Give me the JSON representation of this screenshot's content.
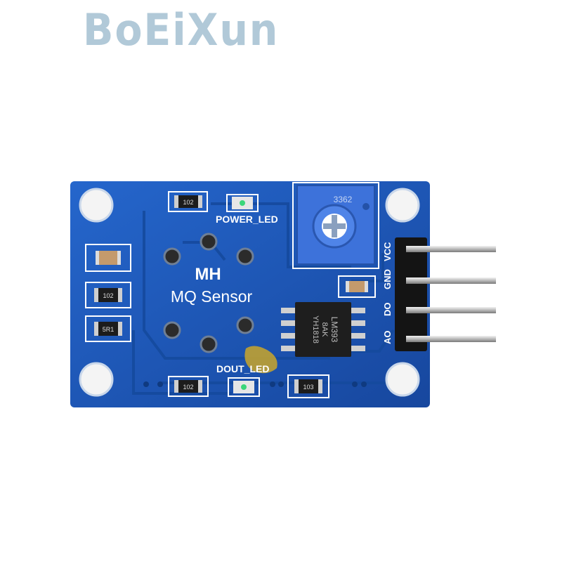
{
  "watermark": "BoEiXun",
  "board": {
    "brand": "MH",
    "title": "MQ Sensor",
    "power_led_label": "POWER_LED",
    "dout_led_label": "DOUT_LED",
    "pins": [
      "VCC",
      "GND",
      "DO",
      "AO"
    ],
    "resistors": [
      "102",
      "102",
      "5R1",
      "102",
      "103"
    ],
    "chip": {
      "line1": "LM393",
      "line2": "8AK",
      "line3": "YH1818"
    },
    "pot_code": "3362"
  },
  "colors": {
    "pcb": "#1d5cbf",
    "pot": "#3a6fd8",
    "header": "#1a1a1a"
  }
}
